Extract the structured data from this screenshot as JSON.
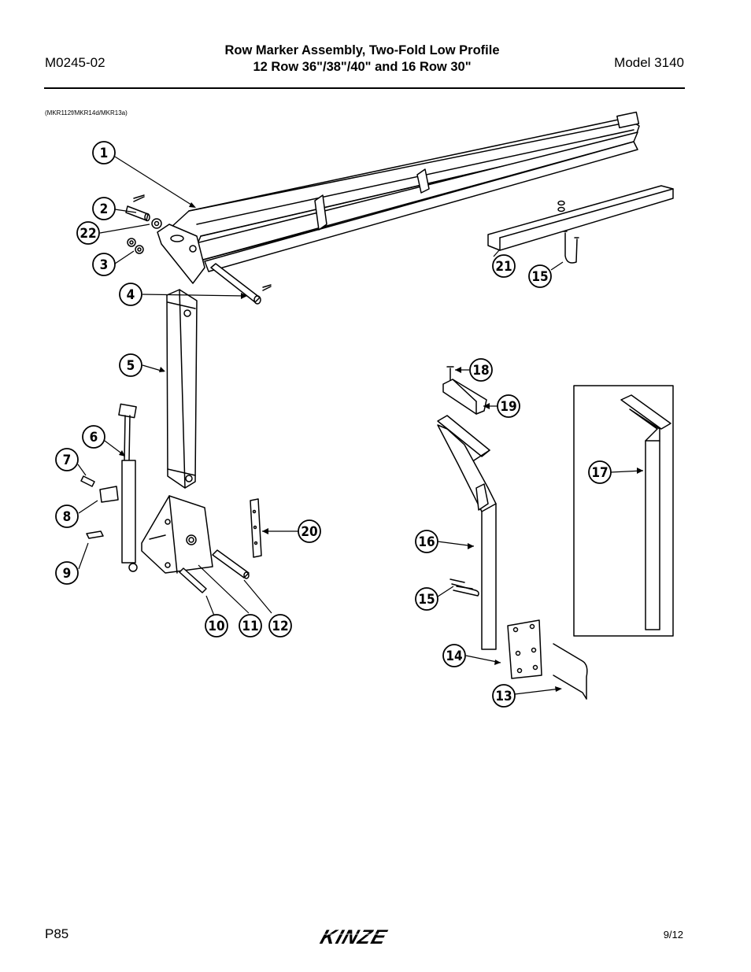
{
  "header": {
    "doc_number": "M0245-02",
    "title_line1": "Row Marker Assembly, Two-Fold Low Profile",
    "title_line2": "12 Row 36\"/38\"/40\" and 16 Row 30\"",
    "model": "Model 3140"
  },
  "drawing_ref": "(MKR112f/MKR14d/MKR13a)",
  "callouts": [
    "1",
    "2",
    "22",
    "3",
    "4",
    "5",
    "6",
    "7",
    "8",
    "9",
    "10",
    "11",
    "12",
    "20",
    "21",
    "15",
    "18",
    "19",
    "17",
    "16",
    "15",
    "14",
    "13"
  ],
  "footer": {
    "page": "P85",
    "date": "9/12",
    "logo_text": "KINZE"
  }
}
